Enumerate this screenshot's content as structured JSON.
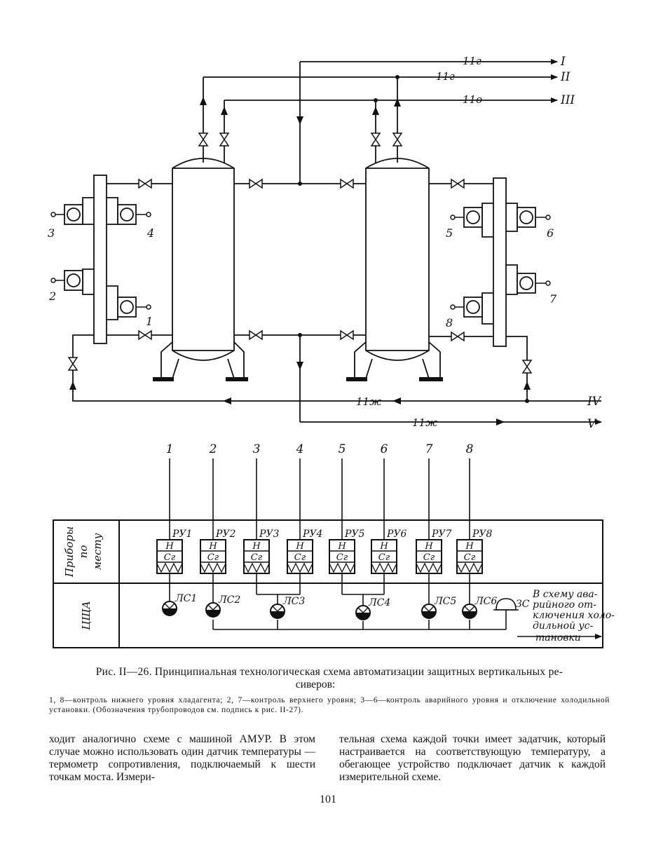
{
  "pipes": {
    "line1": "11г",
    "line2": "11г",
    "line3": "11о",
    "line4": "11ж",
    "line5": "11ж",
    "roman": [
      "I",
      "II",
      "III",
      "IV",
      "V"
    ]
  },
  "sensor_numbers": [
    "1",
    "2",
    "3",
    "4",
    "5",
    "6",
    "7",
    "8"
  ],
  "table": {
    "row1_title": [
      "Приборы",
      "по",
      "месту"
    ],
    "row2_title": "ЦЩА",
    "relays": [
      "РУ1",
      "РУ2",
      "РУ3",
      "РУ4",
      "РУ5",
      "РУ6",
      "РУ7",
      "РУ8"
    ],
    "relay_top": "Н",
    "relay_mid": "Сг",
    "lamps": [
      "ЛС1",
      "ЛС2",
      "ЛС3",
      "ЛС4",
      "ЛС5",
      "ЛС6"
    ],
    "bell": "ЗС",
    "note": [
      "В схему ава-",
      "рийного от-",
      "ключения холо-",
      "дильной ус-",
      "тановки"
    ]
  },
  "caption": {
    "line1": "Рис. II—26. Принципиальная технологическая схема автоматизации защитных вертикальных ре-",
    "line2": "сиверов:",
    "legend": "1, 8—контроль нижнего уровня хладагента; 2, 7—контроль верхнего уровня; 3—6—контроль аварийного уровня и отключение холодильной установки. (Обозначения трубопроводов см. подпись к рис. II-27)."
  },
  "body_text": {
    "left": "ходит аналогично схеме с машиной АМУР. В этом случае можно использовать один датчик температуры — термометр сопротивления, подключаемый к шести точкам моста. Измери-",
    "right": "тельная схема каждой точки имеет задатчик, который настраивается на соответствующую температуру, а обегающее устройство подключает датчик к каждой измерительной схеме."
  },
  "page_number": "101"
}
